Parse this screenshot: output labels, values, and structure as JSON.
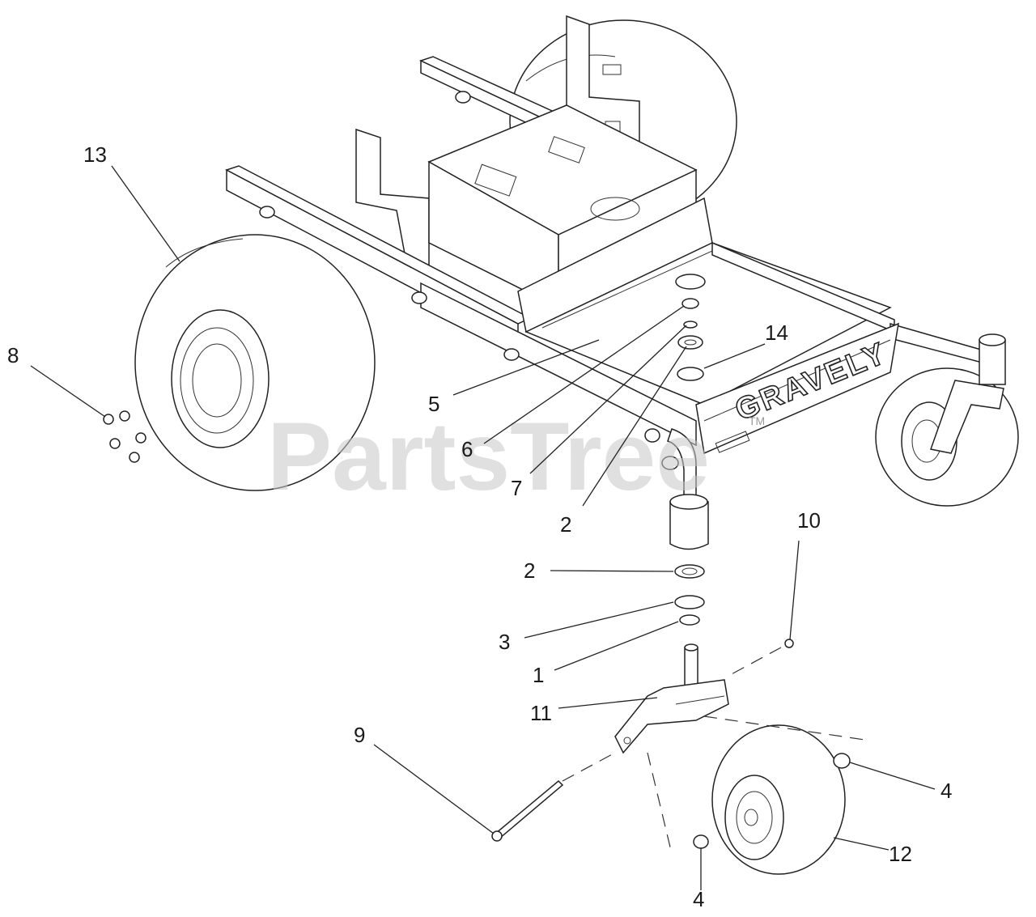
{
  "watermark": {
    "text": "PartsTree",
    "mark": "TM"
  },
  "brand_text": "GRAVELY",
  "callouts": [
    {
      "id": "13",
      "label": "13"
    },
    {
      "id": "8",
      "label": "8"
    },
    {
      "id": "5",
      "label": "5"
    },
    {
      "id": "6",
      "label": "6"
    },
    {
      "id": "7",
      "label": "7"
    },
    {
      "id": "14",
      "label": "14"
    },
    {
      "id": "2a",
      "label": "2"
    },
    {
      "id": "2b",
      "label": "2"
    },
    {
      "id": "10",
      "label": "10"
    },
    {
      "id": "3",
      "label": "3"
    },
    {
      "id": "1",
      "label": "1"
    },
    {
      "id": "11",
      "label": "11"
    },
    {
      "id": "9",
      "label": "9"
    },
    {
      "id": "4a",
      "label": "4"
    },
    {
      "id": "4b",
      "label": "4"
    },
    {
      "id": "12",
      "label": "12"
    }
  ]
}
